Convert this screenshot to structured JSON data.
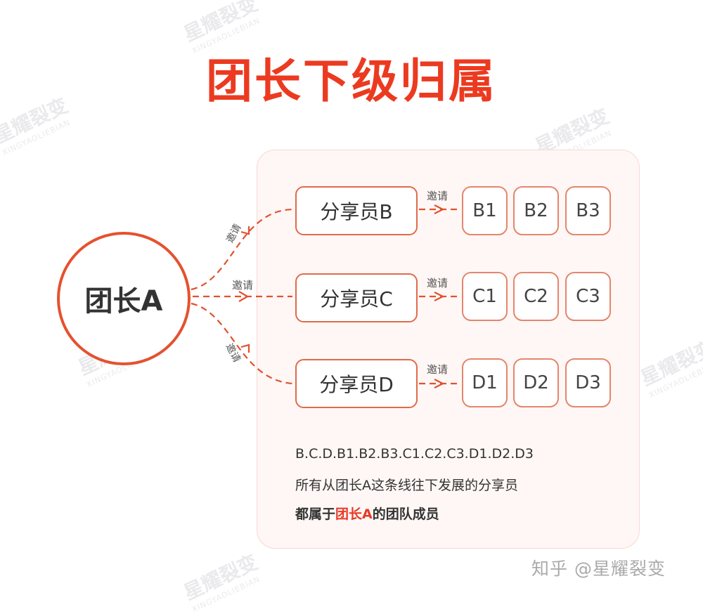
{
  "title": "团长下级归属",
  "leader": {
    "label": "团长A"
  },
  "invite_label": "邀请",
  "rows": [
    {
      "sharer": "分享员B",
      "subs": [
        "B1",
        "B2",
        "B3"
      ]
    },
    {
      "sharer": "分享员C",
      "subs": [
        "C1",
        "C2",
        "C3"
      ]
    },
    {
      "sharer": "分享员D",
      "subs": [
        "D1",
        "D2",
        "D3"
      ]
    }
  ],
  "description": {
    "line1": "B.C.D.B1.B2.B3.C1.C2.C3.D1.D2.D3",
    "line2": "所有从团长A这条线往下发展的分享员",
    "line3_prefix": "都属于",
    "line3_highlight": "团长A",
    "line3_suffix": "的团队成员"
  },
  "watermark": {
    "cn": "星耀裂变",
    "en": "XINGYAOLIEBIAN"
  },
  "credit": "知乎 @星耀裂变",
  "colors": {
    "accent": "#ec3a20",
    "border": "#e06a4a",
    "panel_bg": "#fff7f5",
    "panel_border": "#f6d9d3"
  }
}
